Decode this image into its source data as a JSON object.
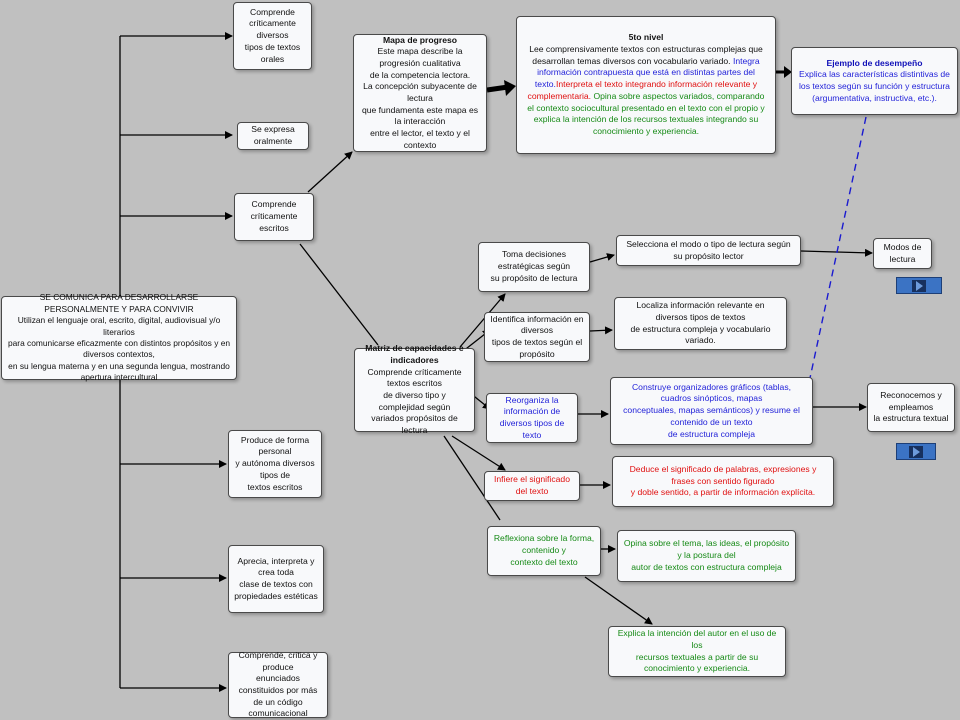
{
  "main": {
    "lines": [
      "SE COMUNICA PARA DESARROLLARSE PERSONALMENTE Y PARA CONVIVIR",
      "Utilizan el lenguaje oral, escrito, digital, audiovisual y/o literarios",
      "para comunicarse eficazmente con distintos propósitos y en diversos contextos,",
      "en su lengua materna y en una segunda lengua, mostrando apertura intercultural"
    ]
  },
  "competencies": [
    {
      "lines": [
        "Comprende críticamente",
        "diversos",
        "tipos de textos orales"
      ]
    },
    {
      "lines": [
        "Se expresa oralmente"
      ]
    },
    {
      "lines": [
        "Comprende críticamente",
        "escritos"
      ]
    },
    {
      "lines": [
        "Produce de forma personal",
        "y autónoma diversos tipos de",
        "textos escritos"
      ]
    },
    {
      "lines": [
        "Aprecia, interpreta y crea toda",
        "clase de textos con",
        "propiedades estéticas"
      ]
    },
    {
      "lines": [
        "Comprende, critica y produce",
        "enunciados constituidos por más",
        "de un código comunicacional"
      ]
    }
  ],
  "mapa": {
    "title": "Mapa de progreso",
    "lines": [
      "Este mapa describe la progresión cualitativa",
      "de la competencia lectora.",
      "La concepción subyacente de lectura",
      "que fundamenta este mapa es la interacción",
      "entre el lector, el texto y el contexto"
    ]
  },
  "nivel": {
    "title": "5to nivel",
    "black": "Lee comprensivamente textos con estructuras complejas que desarrollan temas diversos con vocabulario variado.",
    "blue": "Integra información contrapuesta que está en distintas partes del texto.",
    "red": "Interpreta el texto integrando información relevante y complementaria.",
    "green": "Opina sobre aspectos variados, comparando el contexto sociocultural presentado en el texto con el propio y explica la intención de los recursos textuales integrando su conocimiento y experiencia."
  },
  "ejemplo": {
    "title": "Ejemplo de desempeño",
    "text": "Explica las características distintivas de los textos según su función y estructura (argumentativa, instructiva, etc.)."
  },
  "matriz": {
    "title": "Matriz de capacidades e indicadores",
    "lines": [
      "Comprende críticamente textos escritos",
      "de diverso tipo y complejidad según",
      "variados propósitos de lectura"
    ]
  },
  "capacities": [
    {
      "lines": [
        "Toma decisiones estratégicas según",
        "su propósito de lectura"
      ]
    },
    {
      "lines": [
        "Identifica información en diversos",
        "tipos de textos según el propósito"
      ]
    },
    {
      "lines": [
        "Reorganiza la información de",
        "diversos tipos de texto"
      ]
    },
    {
      "lines": [
        "Infiere el significado del texto"
      ]
    },
    {
      "lines": [
        "Reflexiona sobre la forma, contenido y",
        "contexto del texto"
      ]
    }
  ],
  "indicators": [
    {
      "lines": [
        "Selecciona el modo o tipo de lectura según su propósito lector"
      ]
    },
    {
      "lines": [
        "Localiza información relevante en diversos tipos de textos",
        "de estructura compleja y vocabulario variado."
      ]
    },
    {
      "lines": [
        "Construye organizadores gráficos (tablas, cuadros sinópticos, mapas",
        "conceptuales, mapas semánticos) y resume el contenido de un texto",
        "de estructura compleja"
      ]
    },
    {
      "lines": [
        "Deduce el significado de palabras, expresiones y frases con sentido figurado",
        "y doble sentido, a partir de información explícita."
      ]
    },
    {
      "lines": [
        "Opina sobre el tema, las ideas, el propósito y la postura del",
        "autor de textos con estructura compleja"
      ]
    },
    {
      "lines": [
        "Explica la intención del autor en el uso de los",
        "recursos textuales a partir de su conocimiento y experiencia."
      ]
    }
  ],
  "topics": [
    {
      "lines": [
        "Modos de lectura"
      ]
    },
    {
      "lines": [
        "Reconocemos y empleamos",
        "la estructura textual"
      ]
    }
  ],
  "colors": {
    "background": "#c0c0c0",
    "blue": "#1e1ed8",
    "red": "#e01010",
    "green": "#168a16",
    "button": "#3b73c4"
  },
  "icons": {
    "nav_button": "play-forward-icon"
  }
}
